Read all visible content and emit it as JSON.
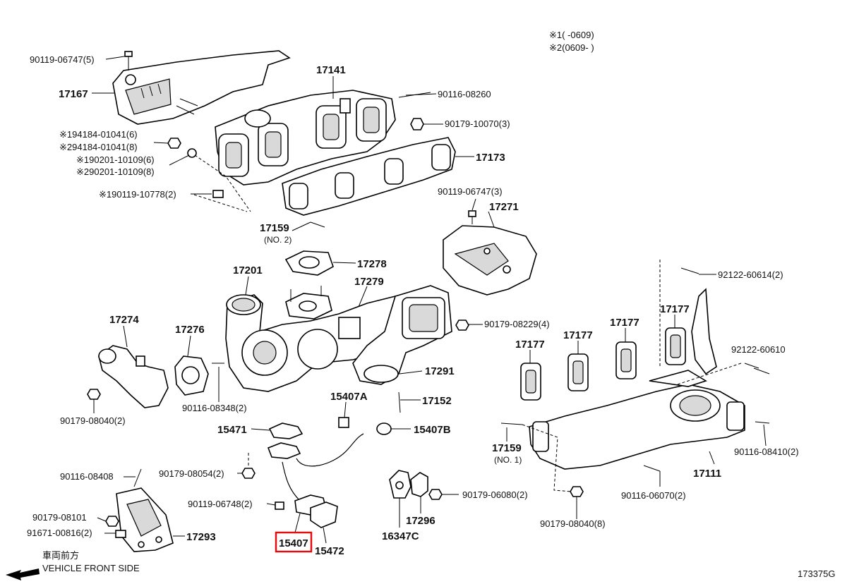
{
  "legend": {
    "line1": "※1(     -0609)",
    "line2": "※2(0609-     )"
  },
  "parts": [
    {
      "id": "p1",
      "text": "90119-06747(5)"
    },
    {
      "id": "p2",
      "text": "17167"
    },
    {
      "id": "p3",
      "text": "17141"
    },
    {
      "id": "p4",
      "text": "90116-08260"
    },
    {
      "id": "p5",
      "text": "90179-10070(3)"
    },
    {
      "id": "p6",
      "text": "※194184-01041(6)"
    },
    {
      "id": "p7",
      "text": "※294184-01041(8)"
    },
    {
      "id": "p8",
      "text": "※190201-10109(6)"
    },
    {
      "id": "p9",
      "text": "※290201-10109(8)"
    },
    {
      "id": "p10",
      "text": "17173"
    },
    {
      "id": "p11",
      "text": "※190119-10778(2)"
    },
    {
      "id": "p12",
      "text": "90119-06747(3)"
    },
    {
      "id": "p13",
      "text": "17271"
    },
    {
      "id": "p14",
      "text": "17159"
    },
    {
      "id": "p15",
      "text": "(NO. 2)"
    },
    {
      "id": "p16",
      "text": "17278"
    },
    {
      "id": "p17",
      "text": "17201"
    },
    {
      "id": "p18",
      "text": "17279"
    },
    {
      "id": "p19",
      "text": "92122-60614(2)"
    },
    {
      "id": "p20",
      "text": "17274"
    },
    {
      "id": "p21",
      "text": "17276"
    },
    {
      "id": "p22",
      "text": "90179-08229(4)"
    },
    {
      "id": "p23",
      "text": "17177"
    },
    {
      "id": "p24",
      "text": "17177"
    },
    {
      "id": "p25",
      "text": "17177"
    },
    {
      "id": "p26",
      "text": "17177"
    },
    {
      "id": "p27",
      "text": "92122-60610"
    },
    {
      "id": "p28",
      "text": "17291"
    },
    {
      "id": "p29",
      "text": "90116-08348(2)"
    },
    {
      "id": "p30",
      "text": "15407A"
    },
    {
      "id": "p31",
      "text": "17152"
    },
    {
      "id": "p32",
      "text": "90179-08040(2)"
    },
    {
      "id": "p33",
      "text": "15471"
    },
    {
      "id": "p34",
      "text": "15407B"
    },
    {
      "id": "p35",
      "text": "17159"
    },
    {
      "id": "p36",
      "text": "(NO. 1)"
    },
    {
      "id": "p37",
      "text": "90116-08410(2)"
    },
    {
      "id": "p38",
      "text": "90116-08408"
    },
    {
      "id": "p39",
      "text": "90179-08054(2)"
    },
    {
      "id": "p40",
      "text": "17111"
    },
    {
      "id": "p41",
      "text": "90179-06080(2)"
    },
    {
      "id": "p42",
      "text": "90119-06748(2)"
    },
    {
      "id": "p43",
      "text": "90116-06070(2)"
    },
    {
      "id": "p44",
      "text": "90179-08101"
    },
    {
      "id": "p45",
      "text": "17296"
    },
    {
      "id": "p46",
      "text": "91671-00816(2)"
    },
    {
      "id": "p47",
      "text": "17293"
    },
    {
      "id": "p48",
      "text": "90179-08040(8)"
    },
    {
      "id": "p49",
      "text": "15407"
    },
    {
      "id": "p50",
      "text": "16347C"
    },
    {
      "id": "p51",
      "text": "15472"
    }
  ],
  "direction": {
    "jp": "車両前方",
    "en": "VEHICLE FRONT SIDE"
  },
  "diagram_id": "173375G",
  "highlight_color": "#e01010"
}
